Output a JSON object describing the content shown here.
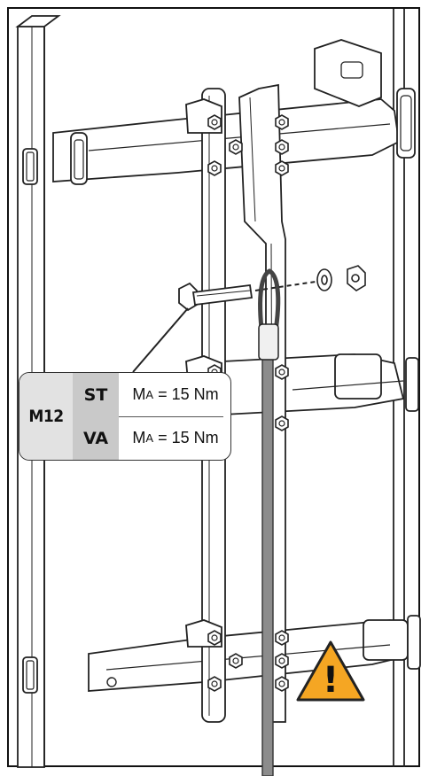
{
  "callout": {
    "bolt_size": "M12",
    "rows": [
      {
        "material": "ST",
        "symbol": "M",
        "subscript": "A",
        "value": "= 15 Nm"
      },
      {
        "material": "VA",
        "symbol": "M",
        "subscript": "A",
        "value": "= 15 Nm"
      }
    ]
  },
  "warning": {
    "glyph": "!",
    "fill": "#f5a623"
  },
  "colors": {
    "line": "#222222",
    "cable": "#8c8c8c",
    "panel": "#e2e2e2",
    "panel_dark": "#c9c9c9"
  }
}
